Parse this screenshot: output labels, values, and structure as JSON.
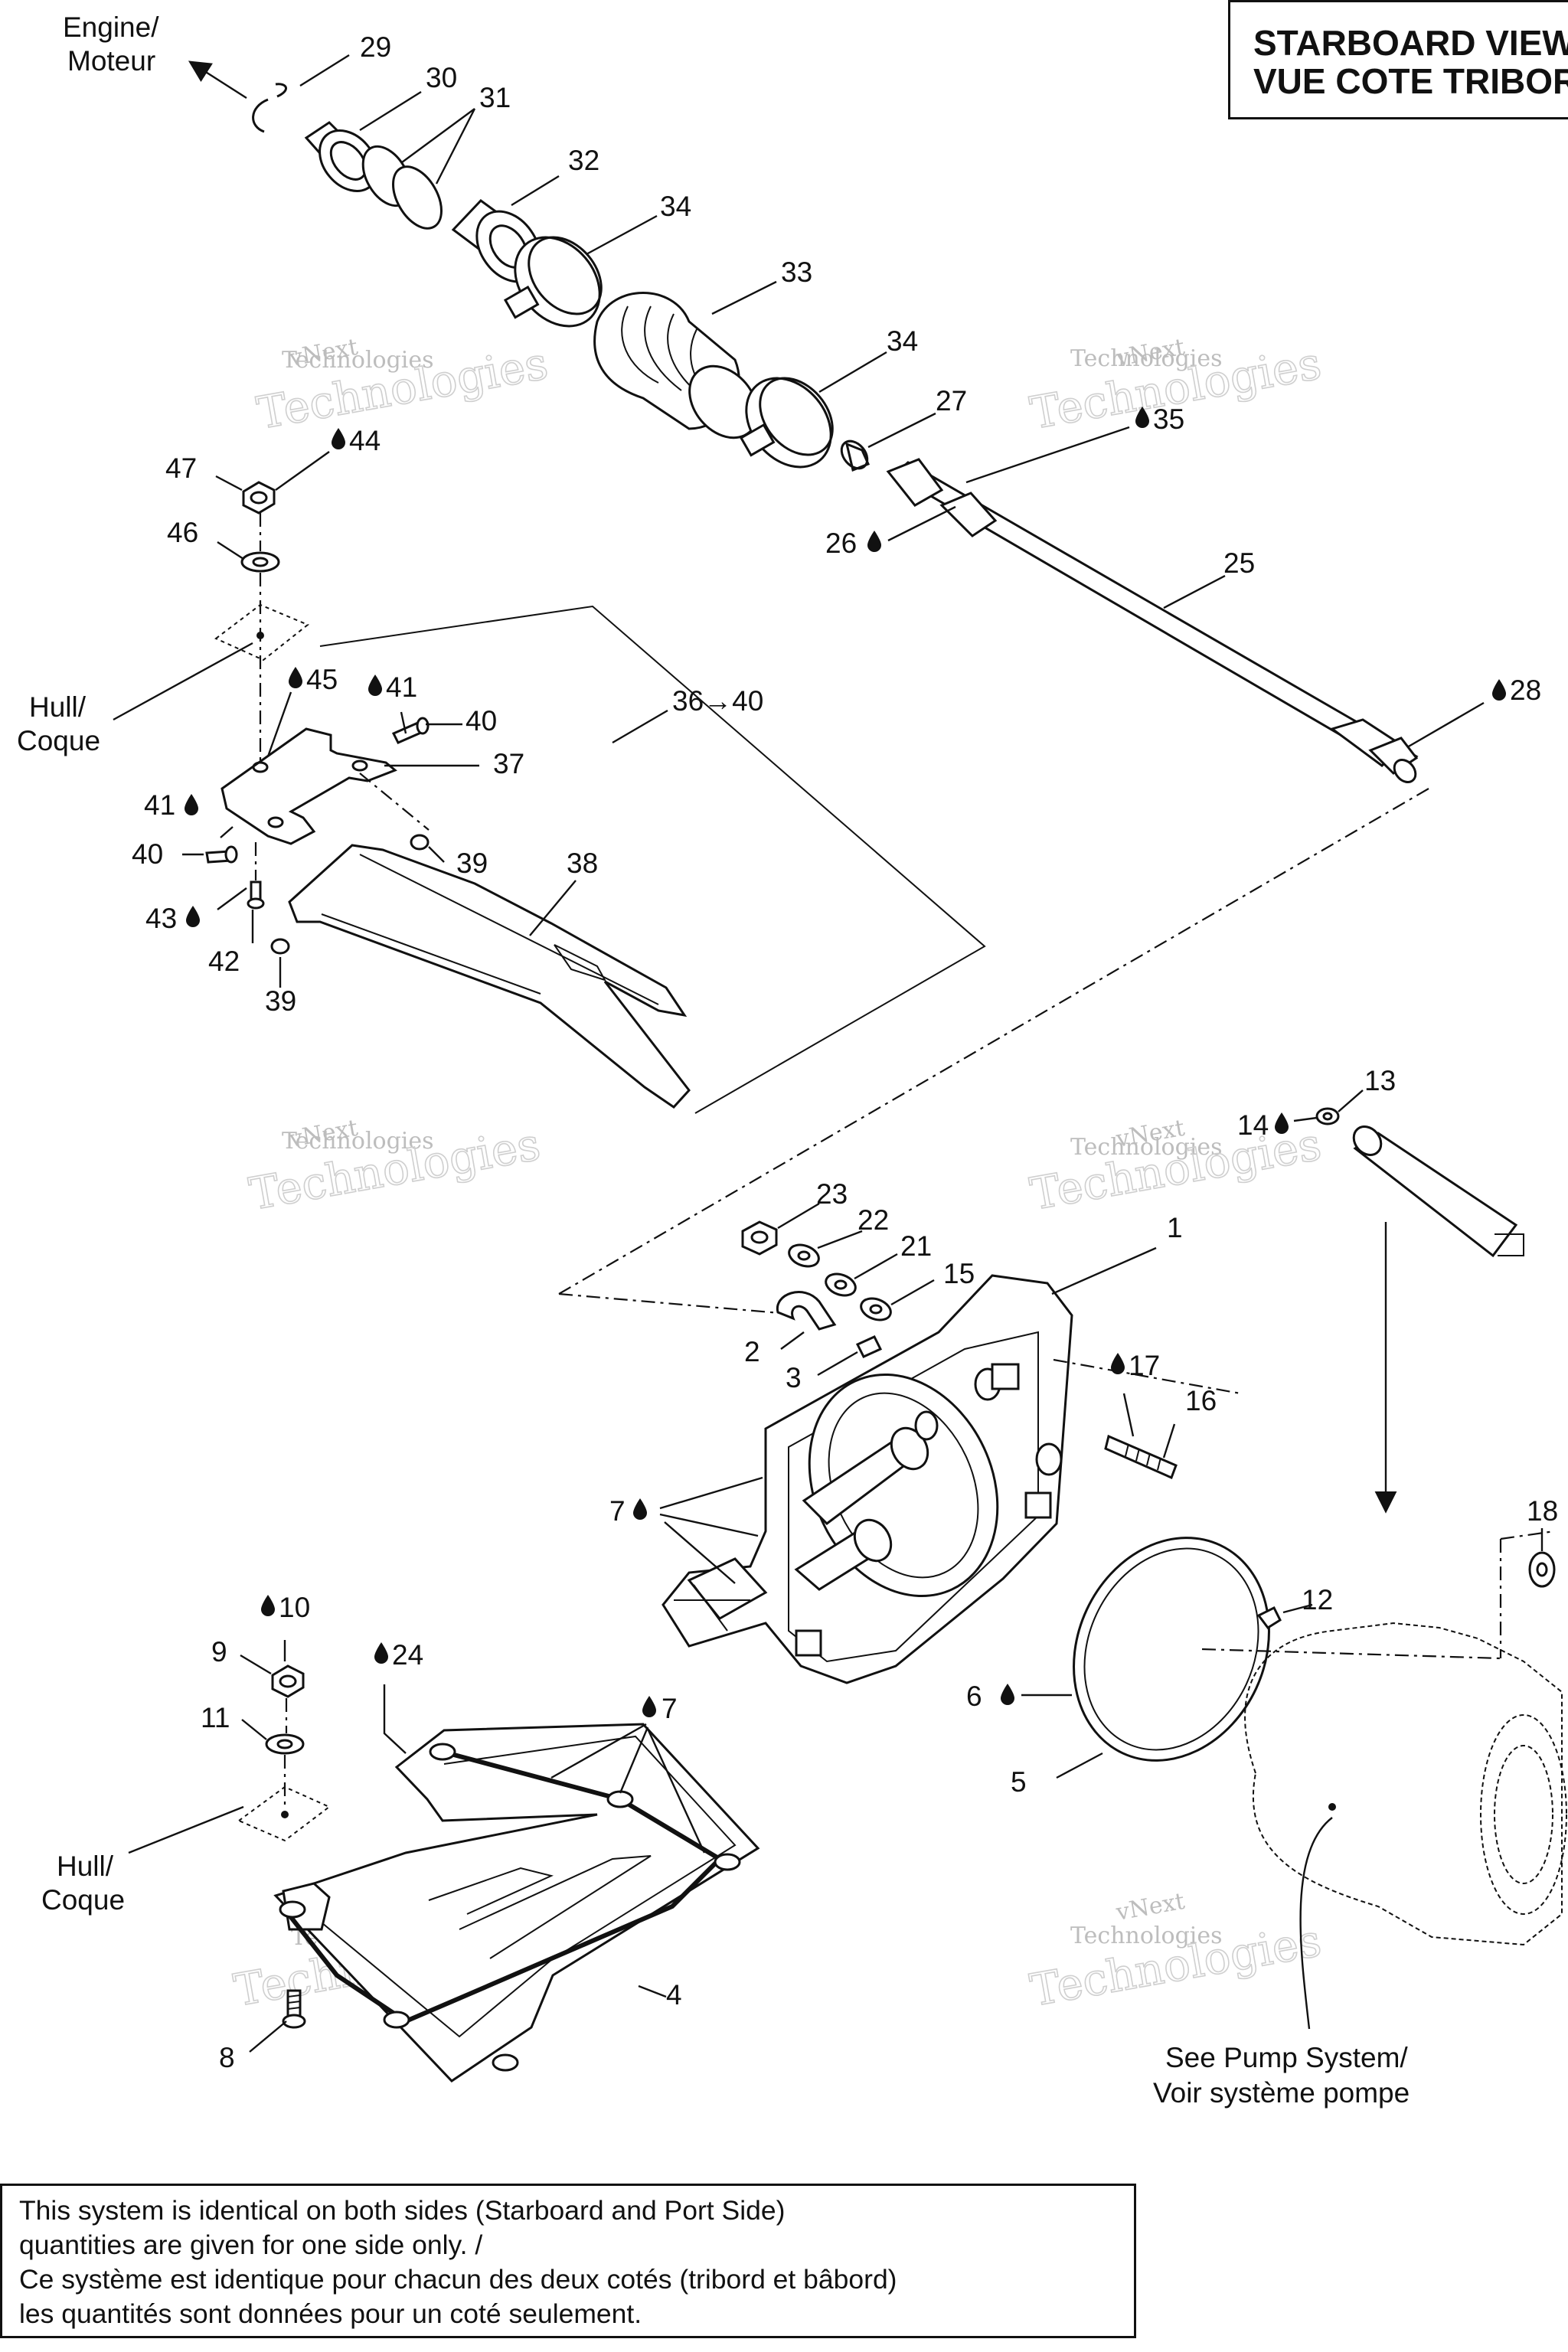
{
  "title": {
    "line1": "STARBOARD VIEW",
    "line2": "VUE COTE TRIBORD"
  },
  "note": {
    "line1": "This system is identical on both sides (Starboard and Port Side)",
    "line2": "quantities are given for one side only. /",
    "line3": "Ce système est identique pour chacun des deux cotés (tribord et bâbord)",
    "line4": "les quantités sont données pour un coté seulement."
  },
  "refs": {
    "engine_l1": "Engine/",
    "engine_l2": "Moteur",
    "hull1_l1": "Hull/",
    "hull1_l2": "Coque",
    "hull2_l1": "Hull/",
    "hull2_l2": "Coque",
    "pump_l1": "See Pump System/",
    "pump_l2": "Voir système pompe"
  },
  "callouts": {
    "c1": "1",
    "c2": "2",
    "c3": "3",
    "c4": "4",
    "c5": "5",
    "c6": "6",
    "c7a": "7",
    "c7b": "7",
    "c8": "8",
    "c9": "9",
    "c10": "10",
    "c11": "11",
    "c12": "12",
    "c13": "13",
    "c14": "14",
    "c15": "15",
    "c16": "16",
    "c17": "17",
    "c18": "18",
    "c21": "21",
    "c22": "22",
    "c23": "23",
    "c24": "24",
    "c25": "25",
    "c26": "26",
    "c27": "27",
    "c28": "28",
    "c29": "29",
    "c30": "30",
    "c31": "31",
    "c32": "32",
    "c33": "33",
    "c34a": "34",
    "c34b": "34",
    "c35": "35",
    "c36": "36→40",
    "c37": "37",
    "c38": "38",
    "c39a": "39",
    "c39b": "39",
    "c40a": "40",
    "c40b": "40",
    "c41a": "41",
    "c41b": "41",
    "c42": "42",
    "c43": "43",
    "c44": "44",
    "c45": "45",
    "c46": "46",
    "c47": "47"
  },
  "watermark": {
    "line1": "vNext",
    "line2": "Technologies"
  },
  "icons": {
    "lubricant": "oil-drop-icon"
  }
}
